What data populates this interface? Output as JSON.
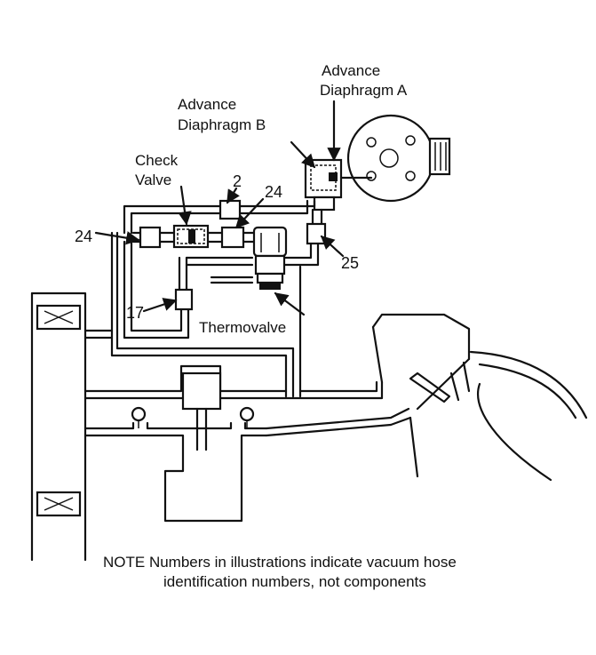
{
  "labels": {
    "advance_diaphragm_a": [
      "Advance",
      "Diaphragm A"
    ],
    "advance_diaphragm_b": [
      "Advance",
      "Diaphragm B"
    ],
    "check_valve": [
      "Check",
      "Valve"
    ],
    "hose_2": "2",
    "hose_24_upper": "24",
    "hose_24_left": "24",
    "hose_25": "25",
    "hose_17": "17",
    "thermovalve": "Thermovalve"
  },
  "note": {
    "line1": "NOTE  Numbers in illustrations indicate vacuum hose",
    "line2": "identification numbers, not components"
  }
}
